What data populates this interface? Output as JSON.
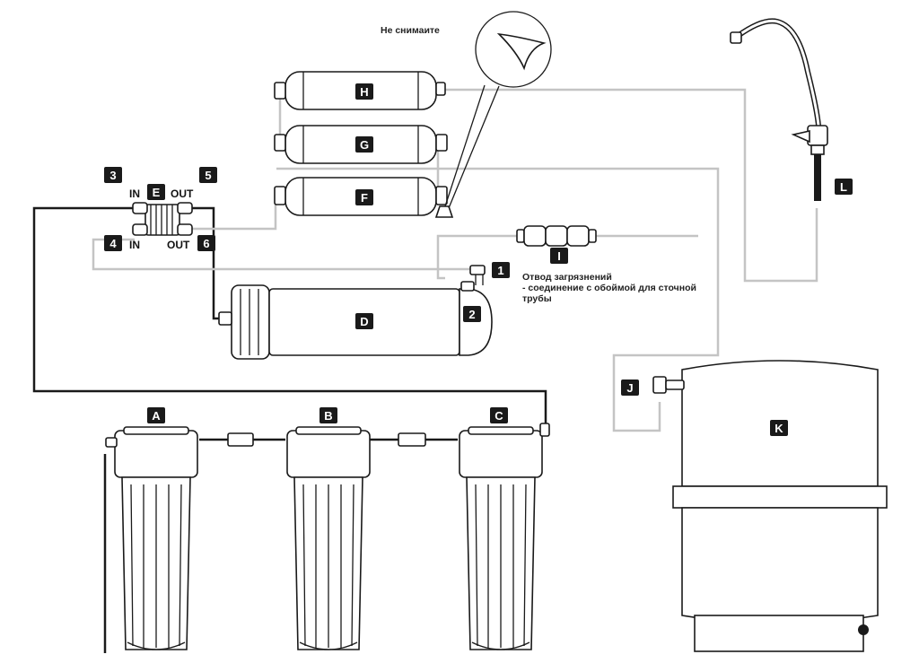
{
  "top_note": "Не снимаите",
  "drain_note": {
    "line1": "Отвод загрязнений",
    "line2": "- соединение с обоймой для сточной",
    "line3": "трубы"
  },
  "membrane_labels": {
    "in": "IN",
    "out": "OUT"
  },
  "tags": {
    "A": "A",
    "B": "B",
    "C": "C",
    "D": "D",
    "E": "E",
    "F": "F",
    "G": "G",
    "H": "H",
    "I": "I",
    "J": "J",
    "K": "K",
    "L": "L",
    "n1": "1",
    "n2": "2",
    "n3": "3",
    "n4": "4",
    "n5": "5",
    "n6": "6"
  },
  "colors": {
    "tag_fill": "#1a1a1a",
    "tube_light": "#c4c4c4",
    "tube_dark": "#1a1a1a"
  }
}
